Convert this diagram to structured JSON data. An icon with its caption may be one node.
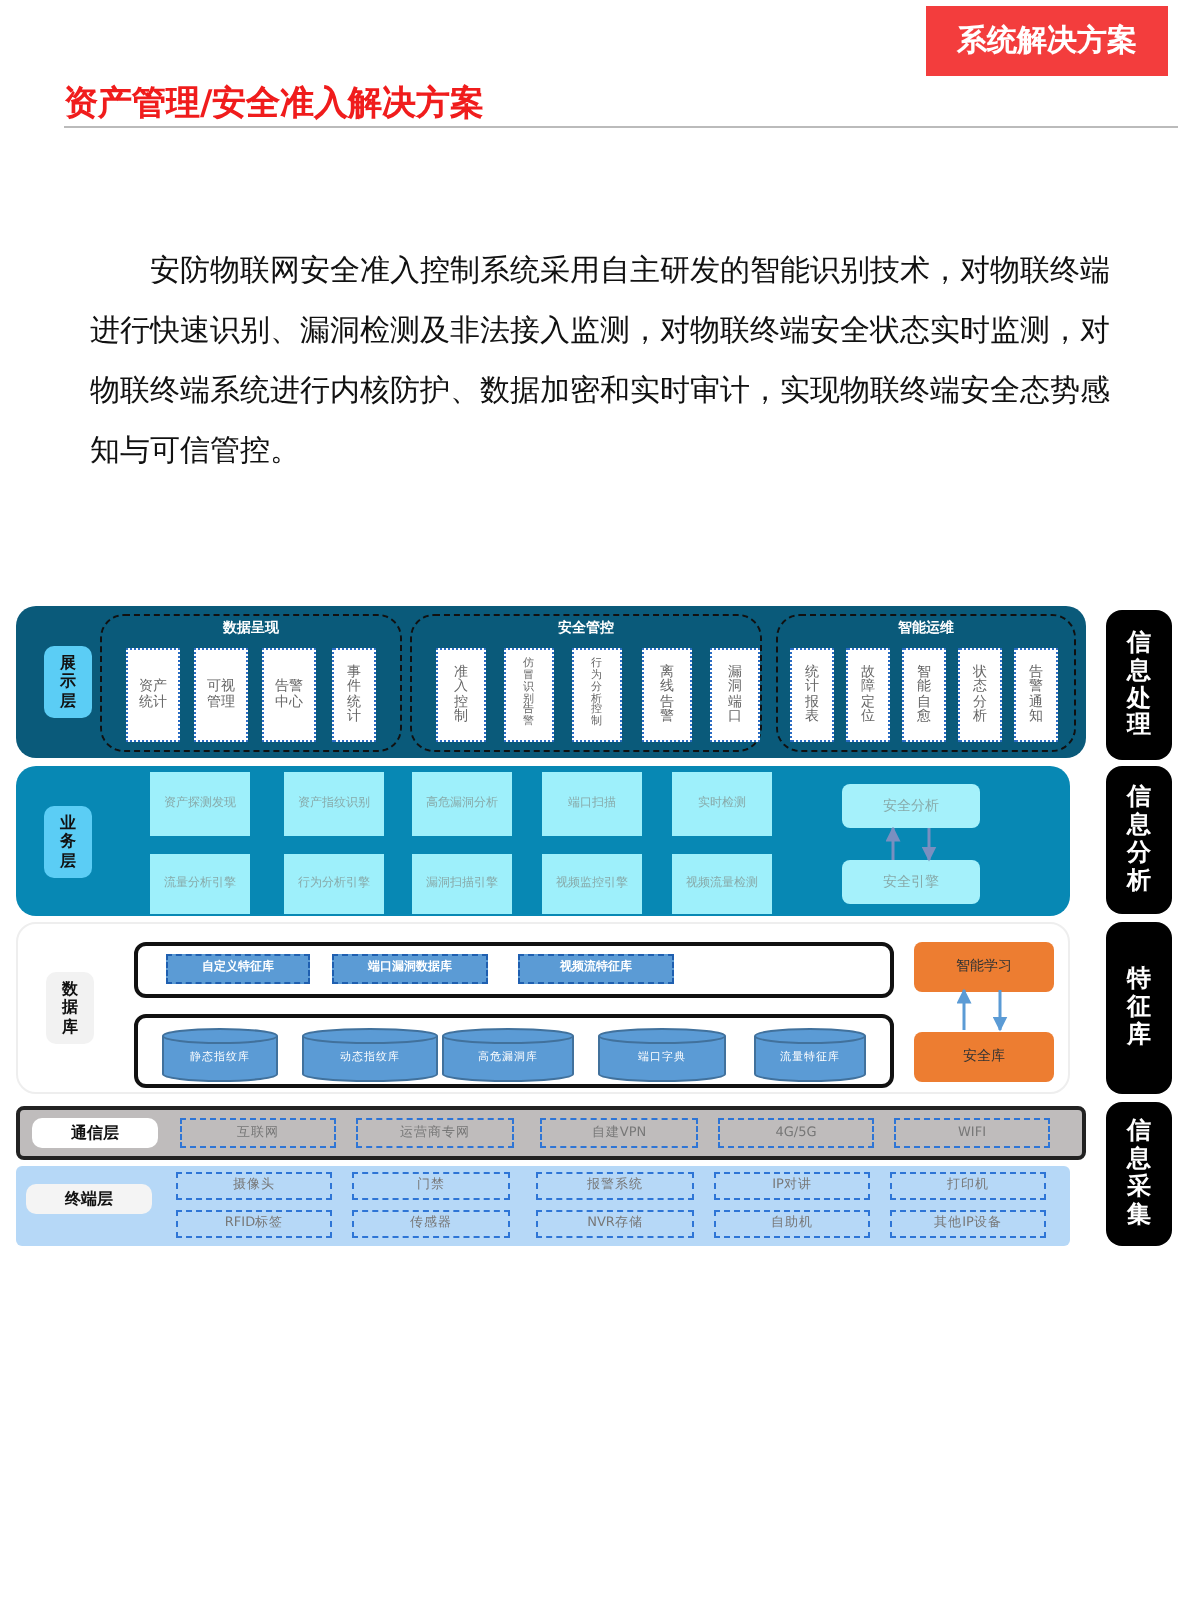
{
  "diagram": {
    "title": "资产管理/安全准入解决方案",
    "nodes": [
      {
        "text": [
          "展示层"
        ]
      },
      {
        "text": [
          "数据呈现"
        ],
        "in": 0
      },
      {
        "text": [
          "资产统计"
        ],
        "in": 1
      },
      {
        "text": [
          "可视管理"
        ],
        "in": 1
      },
      {
        "text": [
          "告警中心"
        ],
        "in": 1
      },
      {
        "text": [
          "事件统计"
        ],
        "in": 1
      },
      {
        "text": [
          "安全管控"
        ],
        "in": 0
      },
      {
        "text": [
          "准入控制"
        ],
        "in": 6
      },
      {
        "text": [
          "仿冒识别告警"
        ],
        "in": 6
      },
      {
        "text": [
          "行为分析控制"
        ],
        "in": 6
      },
      {
        "text": [
          "离线告警"
        ],
        "in": 6
      },
      {
        "text": [
          "漏洞端口"
        ],
        "in": 6
      },
      {
        "text": [
          "智能运维"
        ],
        "in": 0
      },
      {
        "text": [
          "统计报表"
        ],
        "in": 12
      },
      {
        "text": [
          "故障定位"
        ],
        "in": 12
      },
      {
        "text": [
          "智能自愈"
        ],
        "in": 12
      },
      {
        "text": [
          "状态分析"
        ],
        "in": 12
      },
      {
        "text": [
          "告警通知"
        ],
        "in": 12
      },
      {
        "text": [
          "信息处理"
        ]
      },
      {
        "text": [
          "业务层"
        ]
      },
      {
        "text": [
          "资产探测发现"
        ],
        "in": 19
      },
      {
        "text": [
          "资产指纹识别"
        ],
        "in": 19
      },
      {
        "text": [
          "高危漏洞分析"
        ],
        "in": 19
      },
      {
        "text": [
          "端口扫描"
        ],
        "in": 19
      },
      {
        "text": [
          "实时检测"
        ],
        "in": 19
      },
      {
        "text": [
          "安全分析"
        ],
        "in": 19
      },
      {
        "text": [
          "流量分析引擎"
        ],
        "in": 19
      },
      {
        "text": [
          "行为分析引擎"
        ],
        "in": 19
      },
      {
        "text": [
          "漏洞扫描引擎"
        ],
        "in": 19
      },
      {
        "text": [
          "视频监控引擎"
        ],
        "in": 19
      },
      {
        "text": [
          "视频流量检测"
        ],
        "in": 19
      },
      {
        "text": [
          "安全引擎"
        ],
        "in": 19
      },
      {
        "text": [
          "信息分析"
        ]
      },
      {
        "text": [
          "数据库"
        ]
      },
      {
        "text": [
          "自定义特征库"
        ],
        "in": 33
      },
      {
        "text": [
          "端口漏洞数据库"
        ],
        "in": 33
      },
      {
        "text": [
          "视频流特征库"
        ],
        "in": 33
      },
      {
        "text": [
          "智能学习"
        ],
        "in": 33
      },
      {
        "text": [
          "静态指纹库"
        ],
        "in": 33
      },
      {
        "text": [
          "动态指纹库"
        ],
        "in": 33
      },
      {
        "text": [
          "高危漏洞库"
        ],
        "in": 33
      },
      {
        "text": [
          "端口字典"
        ],
        "in": 33
      },
      {
        "text": [
          "流量特征库"
        ],
        "in": 33
      },
      {
        "text": [
          "安全库"
        ],
        "in": 33
      },
      {
        "text": [
          "特征库"
        ]
      },
      {
        "text": [
          "通信层"
        ]
      },
      {
        "text": [
          "互联网"
        ],
        "in": 45
      },
      {
        "text": [
          "运营商专网"
        ],
        "in": 45
      },
      {
        "text": [
          "自建VPN"
        ],
        "in": 45
      },
      {
        "text": [
          "4G/5G"
        ],
        "in": 45
      },
      {
        "text": [
          "WIFI"
        ],
        "in": 45
      },
      {
        "text": [
          "终端层"
        ]
      },
      {
        "text": [
          "摄像头"
        ],
        "in": 51
      },
      {
        "text": [
          "门禁"
        ],
        "in": 51
      },
      {
        "text": [
          "报警系统"
        ],
        "in": 51
      },
      {
        "text": [
          "IP对讲"
        ],
        "in": 51
      },
      {
        "text": [
          "打印机"
        ],
        "in": 51
      },
      {
        "text": [
          "RFID标签"
        ],
        "in": 51
      },
      {
        "text": [
          "传感器"
        ],
        "in": 51
      },
      {
        "text": [
          "NVR存储"
        ],
        "in": 51
      },
      {
        "text": [
          "自助机"
        ],
        "in": 51
      },
      {
        "text": [
          "其他IP设备"
        ],
        "in": 51
      },
      {
        "text": [
          "信息采集"
        ]
      }
    ],
    "edges": [
      {
        "from": 31,
        "to": 25,
        "arrow": "to"
      },
      {
        "from": 25,
        "to": 31,
        "arrow": "to"
      },
      {
        "from": 43,
        "to": 37,
        "arrow": "to"
      },
      {
        "from": 37,
        "to": 43,
        "arrow": "to"
      }
    ],
    "labels": [
      "系统解决方案",
      "安防物联网安全准入控制系统采用自主研发的智能识别技术，对物联终端进行快速识别、漏洞检测及非法接入监测，对物联终端安全状态实时监测，对物联终端系统进行内核防护、数据加密和实时审计，实现物联终端安全态势感知与可信管控。"
    ]
  }
}
